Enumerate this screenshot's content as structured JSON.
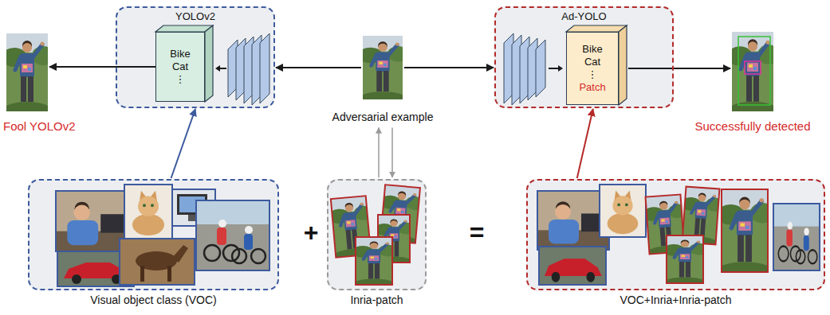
{
  "diagram": {
    "nodes": [
      {
        "text": [
          "Fool YOLOv2"
        ]
      },
      {
        "text": [
          "YOLOv2"
        ]
      },
      {
        "text": [
          "Bike",
          "Cat",
          "⋮"
        ],
        "in": 1
      },
      {
        "text": [
          "Adversarial example"
        ]
      },
      {
        "text": [
          "Ad-YOLO"
        ]
      },
      {
        "text": [
          "Bike",
          "Cat",
          "⋮",
          "Patch"
        ],
        "in": 4
      },
      {
        "text": [
          "Successfully detected"
        ]
      },
      {
        "text": [
          "Visual object class (VOC)"
        ]
      },
      {
        "text": [
          "Inria-patch"
        ]
      },
      {
        "text": [
          "VOC+Inria+Inria-patch"
        ]
      }
    ],
    "edges": [
      {
        "from": 2,
        "to": 0,
        "arrow": "to"
      },
      {
        "from": 3,
        "to": 1,
        "arrow": "to"
      },
      {
        "from": 3,
        "to": 4,
        "arrow": "to"
      },
      {
        "from": 5,
        "to": 6,
        "arrow": "to"
      },
      {
        "from": 7,
        "to": 1,
        "arrow": "to"
      },
      {
        "from": 9,
        "to": 4,
        "arrow": "to"
      },
      {
        "from": 8,
        "to": 3,
        "arrow": "to"
      },
      {
        "from": 3,
        "to": 8,
        "arrow": "to"
      }
    ],
    "labels": [
      "+",
      "="
    ]
  }
}
